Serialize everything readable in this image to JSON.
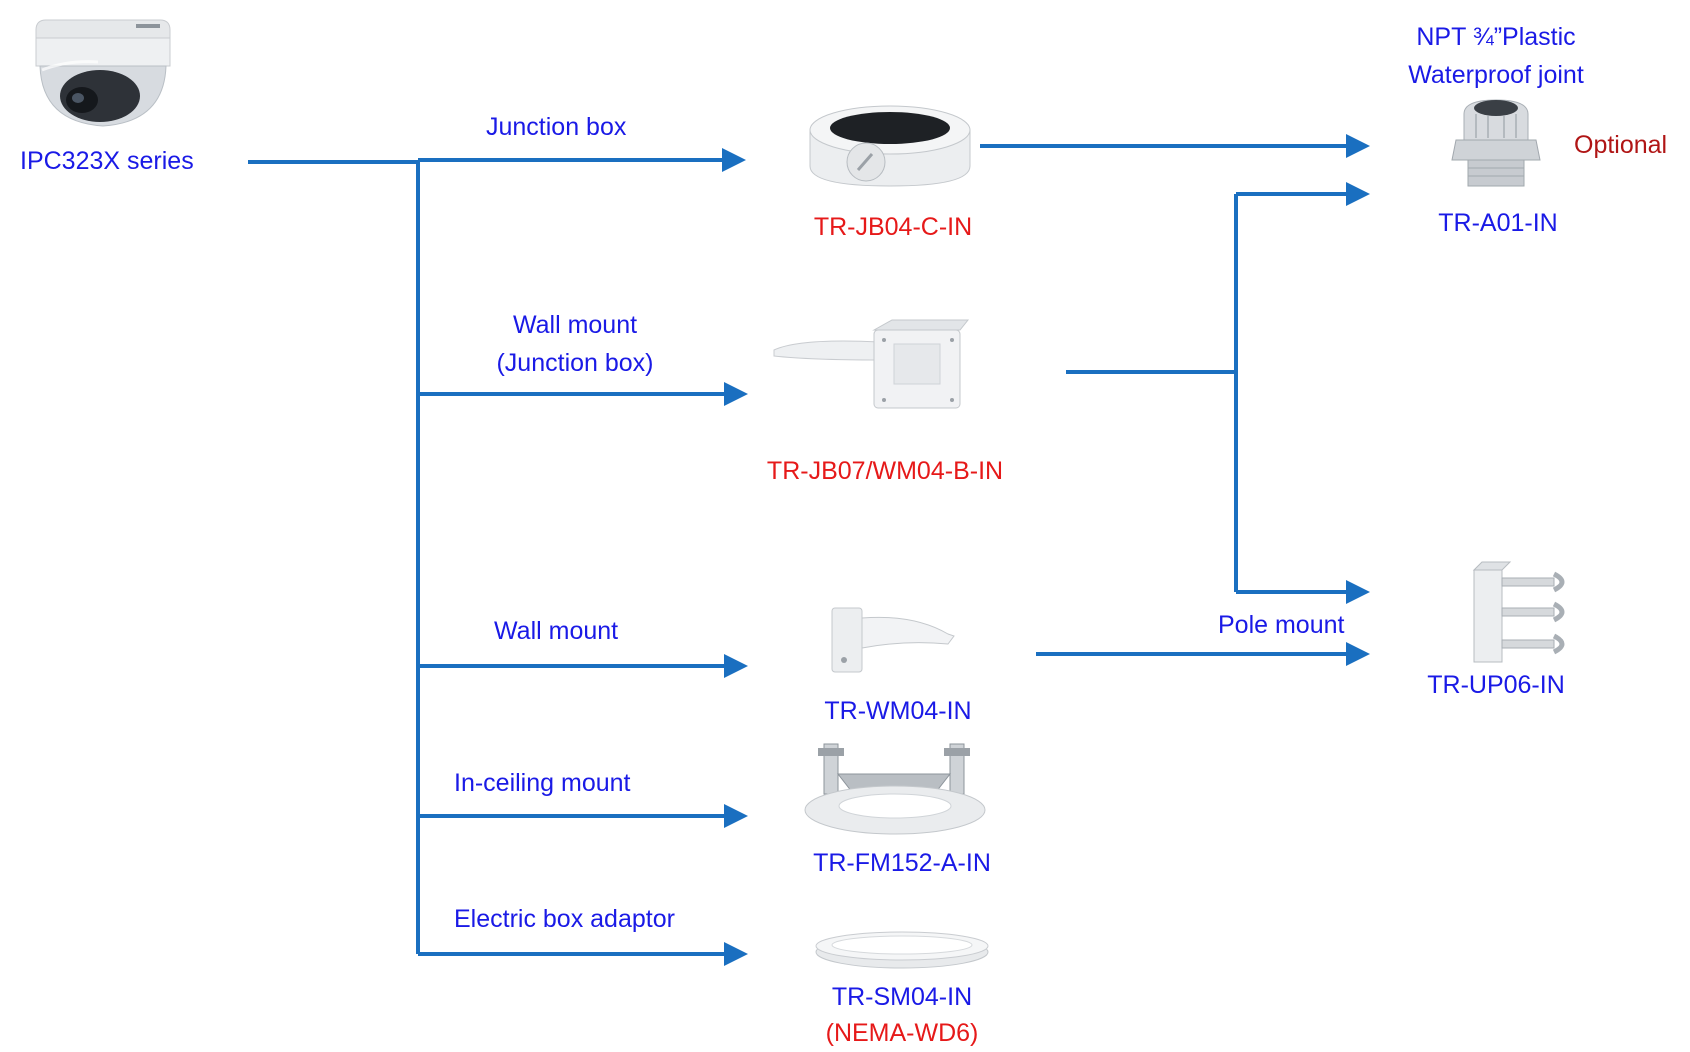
{
  "camera": {
    "label": "IPC323X series",
    "icon": "dome-camera-icon"
  },
  "branches": {
    "junction_box": "Junction box",
    "wall_mount_jb_line1": "Wall mount",
    "wall_mount_jb_line2": "(Junction box)",
    "wall_mount": "Wall mount",
    "in_ceiling": "In-ceiling mount",
    "electric_box": "Electric box  adaptor",
    "pole_mount": "Pole mount"
  },
  "products": {
    "jb04": "TR-JB04-C-IN",
    "jb07": "TR-JB07/WM04-B-IN",
    "wm04": "TR-WM04-IN",
    "fm152": "TR-FM152-A-IN",
    "sm04": "TR-SM04-IN",
    "sm04_note": "(NEMA-WD6)",
    "a01": "TR-A01-IN",
    "up06": "TR-UP06-IN"
  },
  "accessory": {
    "title_line1": "NPT ¾”Plastic",
    "title_line2": "Waterproof joint",
    "optional": "Optional"
  },
  "colors": {
    "line": "#1a6fc0",
    "label": "#1a1ae6",
    "red_label": "#e61919",
    "optional": "#b01515"
  }
}
